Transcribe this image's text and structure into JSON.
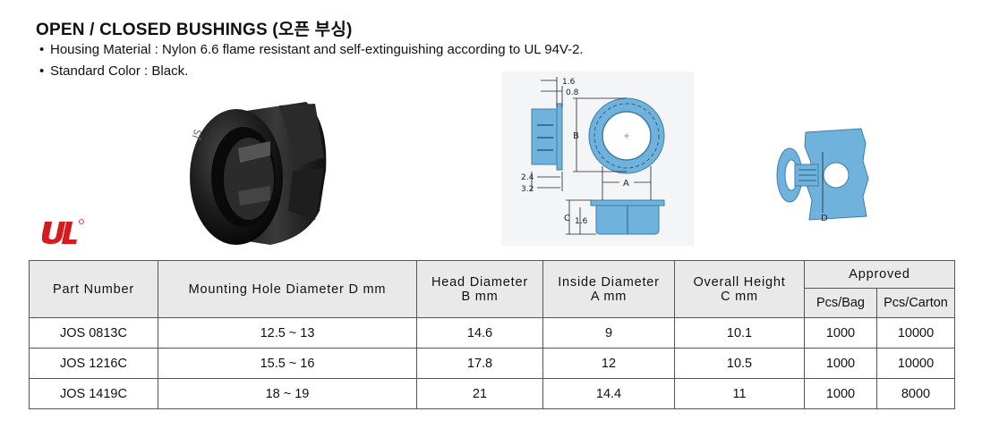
{
  "header": {
    "title": "OPEN / CLOSED BUSHINGS (오픈 부싱)",
    "bullets": [
      "Housing Material : Nylon 6.6 flame resistant and self-extinguishing according to UL 94V-2.",
      "Standard Color : Black."
    ]
  },
  "drawing": {
    "dim_top1": "1.6",
    "dim_top2": "0.8",
    "dim_B": "B",
    "dim_24": "2.4",
    "dim_32": "3.2",
    "dim_A": "A",
    "dim_C": "C",
    "dim_16b": "1.6",
    "dim_D": "D"
  },
  "colors": {
    "drawing_blue": "#6fb3dc",
    "header_bg": "#e9e9e9",
    "ul_red": "#d71920"
  },
  "table": {
    "headers": {
      "part_number": "Part Number",
      "mounting": "Mounting Hole Diameter D mm",
      "head_l1": "Head Diameter",
      "head_l2": "B mm",
      "inside_l1": "Inside Diameter",
      "inside_l2": "A mm",
      "overall_l1": "Overall Height",
      "overall_l2": "C mm",
      "approved": "Approved",
      "pcs_bag": "Pcs/Bag",
      "pcs_carton": "Pcs/Carton"
    },
    "rows": [
      {
        "part": "JOS 0813C",
        "mount": "12.5 ~ 13",
        "head": "14.6",
        "inside": "9",
        "height": "10.1",
        "bag": "1000",
        "carton": "10000"
      },
      {
        "part": "JOS 1216C",
        "mount": "15.5 ~ 16",
        "head": "17.8",
        "inside": "12",
        "height": "10.5",
        "bag": "1000",
        "carton": "10000"
      },
      {
        "part": "JOS 1419C",
        "mount": "18 ~ 19",
        "head": "21",
        "inside": "14.4",
        "height": "11",
        "bag": "1000",
        "carton": "8000"
      }
    ]
  }
}
